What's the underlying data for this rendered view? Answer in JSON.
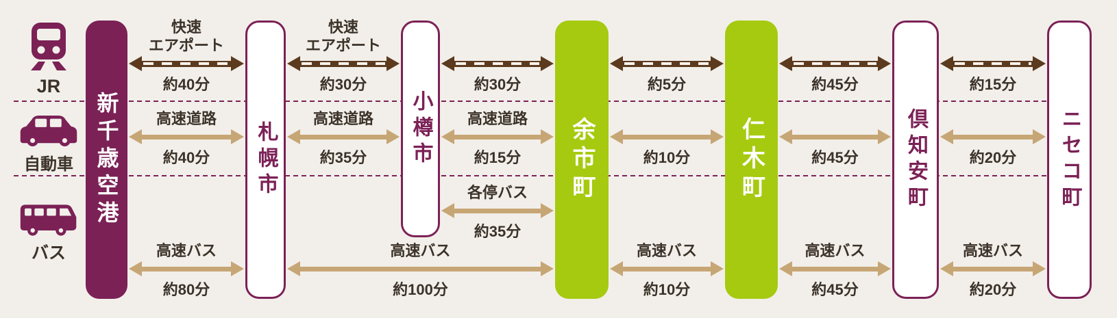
{
  "colors": {
    "background": "#f2efea",
    "purple": "#7b2156",
    "green": "#a6ca10",
    "arrow_brown": "#5c3a1e",
    "arrow_tan": "#c7a676",
    "text": "#3b3229",
    "arrow_dash": "#f6f2ec"
  },
  "modes": [
    {
      "id": "jr",
      "label": "JR",
      "icon": "train-icon"
    },
    {
      "id": "car",
      "label": "自動車",
      "icon": "car-icon"
    },
    {
      "id": "bus",
      "label": "バス",
      "icon": "bus-icon"
    }
  ],
  "stations": [
    {
      "name": "新千歳空港",
      "style": "purple",
      "short": false
    },
    {
      "name": "札幌市",
      "style": "white",
      "short": false
    },
    {
      "name": "小樽市",
      "style": "white",
      "short": true
    },
    {
      "name": "余市町",
      "style": "green",
      "short": false
    },
    {
      "name": "仁木町",
      "style": "green",
      "short": false
    },
    {
      "name": "倶知安町",
      "style": "white",
      "short": false
    },
    {
      "name": "ニセコ町",
      "style": "white",
      "short": false
    }
  ],
  "segments": [
    {
      "row": "jr",
      "from": 0,
      "to": 1,
      "label_lines": [
        "快速",
        "エアポート"
      ],
      "time": "約40分"
    },
    {
      "row": "jr",
      "from": 1,
      "to": 2,
      "label_lines": [
        "快速",
        "エアポート"
      ],
      "time": "約30分"
    },
    {
      "row": "jr",
      "from": 2,
      "to": 3,
      "label_lines": [],
      "time": "約30分"
    },
    {
      "row": "jr",
      "from": 3,
      "to": 4,
      "label_lines": [],
      "time": "約5分"
    },
    {
      "row": "jr",
      "from": 4,
      "to": 5,
      "label_lines": [],
      "time": "約45分"
    },
    {
      "row": "jr",
      "from": 5,
      "to": 6,
      "label_lines": [],
      "time": "約15分"
    },
    {
      "row": "car",
      "from": 0,
      "to": 1,
      "label_lines": [
        "高速道路"
      ],
      "time": "約40分"
    },
    {
      "row": "car",
      "from": 1,
      "to": 2,
      "label_lines": [
        "高速道路"
      ],
      "time": "約35分"
    },
    {
      "row": "car",
      "from": 2,
      "to": 3,
      "label_lines": [
        "高速道路"
      ],
      "time": "約15分"
    },
    {
      "row": "car",
      "from": 3,
      "to": 4,
      "label_lines": [],
      "time": "約10分"
    },
    {
      "row": "car",
      "from": 4,
      "to": 5,
      "label_lines": [],
      "time": "約45分"
    },
    {
      "row": "car",
      "from": 5,
      "to": 6,
      "label_lines": [],
      "time": "約20分"
    },
    {
      "row": "local_bus",
      "from": 2,
      "to": 3,
      "label_lines": [
        "各停バス"
      ],
      "time": "約35分"
    },
    {
      "row": "bus",
      "from": 0,
      "to": 1,
      "label_lines": [
        "高速バス"
      ],
      "time": "約80分"
    },
    {
      "row": "bus",
      "from": 1,
      "to": 3,
      "label_lines": [
        "高速バス"
      ],
      "time": "約100分"
    },
    {
      "row": "bus",
      "from": 3,
      "to": 4,
      "label_lines": [
        "高速バス"
      ],
      "time": "約10分"
    },
    {
      "row": "bus",
      "from": 4,
      "to": 5,
      "label_lines": [
        "高速バス"
      ],
      "time": "約45分"
    },
    {
      "row": "bus",
      "from": 5,
      "to": 6,
      "label_lines": [
        "高速バス"
      ],
      "time": "約20分"
    }
  ]
}
